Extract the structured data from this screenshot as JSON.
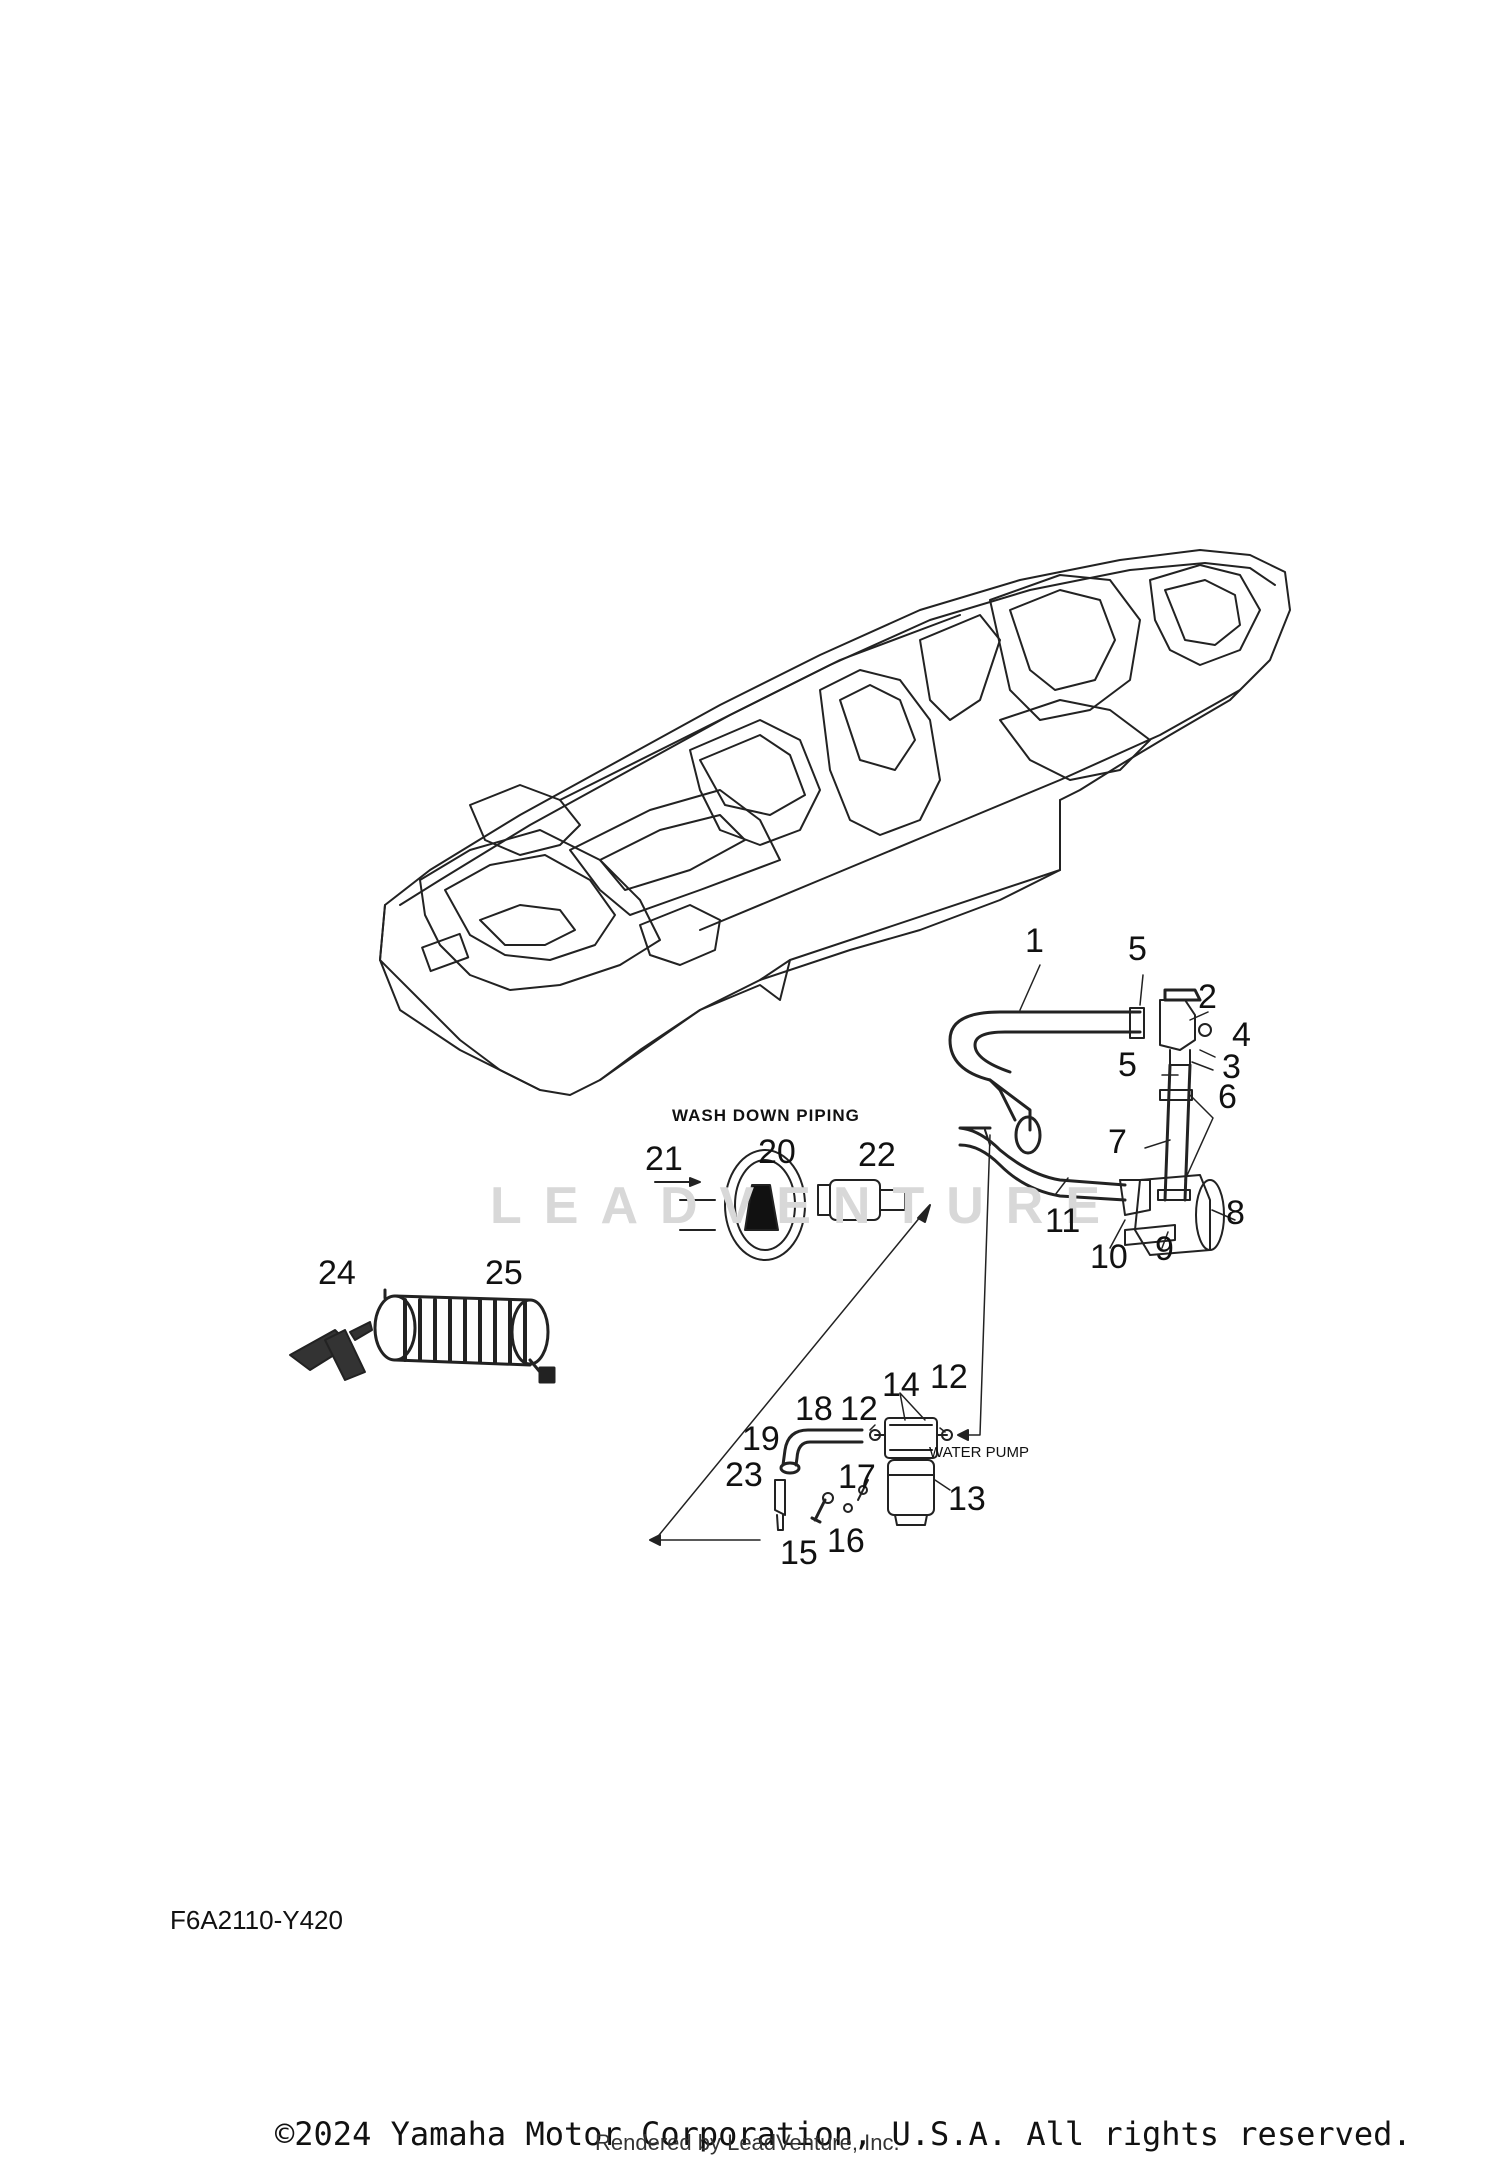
{
  "section_title": "WASH DOWN PIPING",
  "water_pump_label": "WATER PUMP",
  "watermark": "LEADVENTURE",
  "diagram_code": "F6A2110-Y420",
  "copyright": "©2024 Yamaha Motor Corporation, U.S.A. All rights reserved.",
  "rendered_by": "Rendered by LeadVenture, Inc.",
  "callouts": [
    "1",
    "2",
    "3",
    "4",
    "5",
    "5",
    "6",
    "7",
    "8",
    "9",
    "10",
    "11",
    "12",
    "12",
    "13",
    "14",
    "15",
    "16",
    "17",
    "18",
    "19",
    "20",
    "21",
    "22",
    "23",
    "24",
    "25"
  ]
}
